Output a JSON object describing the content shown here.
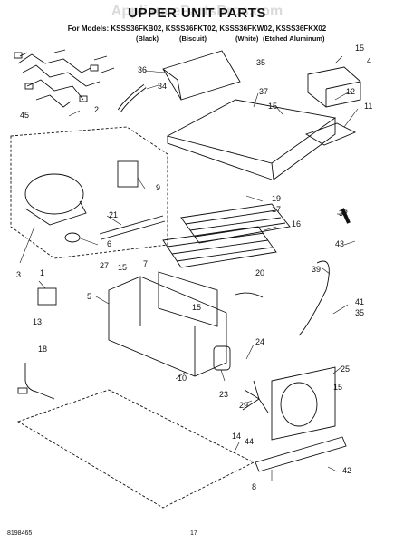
{
  "watermark": "AppliancePartsPros.com",
  "title": "UPPER UNIT PARTS",
  "models": "For Models: KSSS36FKB02, KSSS36FKT02, KSSS36FKW02, KSSS36FKX02",
  "colors": [
    "(Black)",
    "(Biscuit)",
    "(White)",
    "(Etched Aluminum)"
  ],
  "footer": {
    "doc_number": "8198465",
    "page_number": "17"
  },
  "callouts": [
    "1",
    "2",
    "3",
    "4",
    "5",
    "6",
    "7",
    "8",
    "9",
    "10",
    "11",
    "12",
    "13",
    "14",
    "15",
    "15",
    "15",
    "15",
    "15",
    "16",
    "17",
    "18",
    "19",
    "20",
    "21",
    "23",
    "24",
    "25",
    "27",
    "29",
    "32",
    "34",
    "35",
    "35",
    "36",
    "37",
    "39",
    "41",
    "42",
    "43",
    "44",
    "45"
  ]
}
